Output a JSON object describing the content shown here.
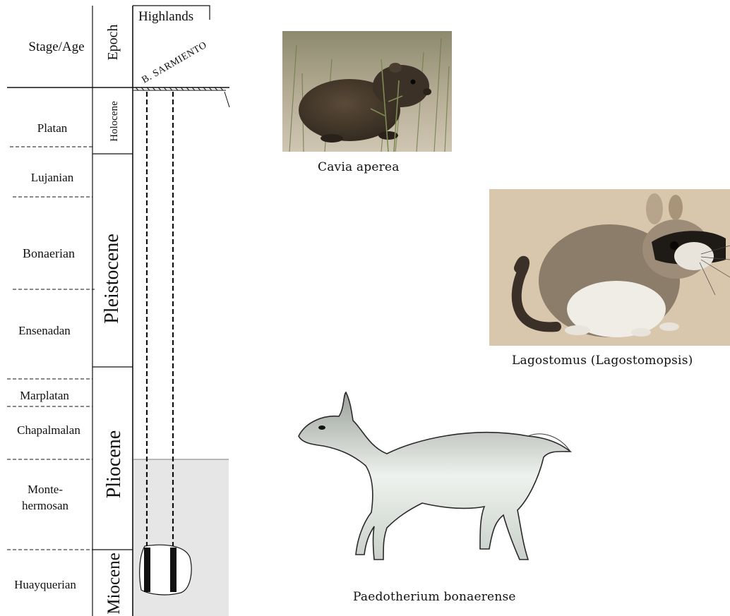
{
  "headers": {
    "stage_age": "Stage/Age",
    "epoch": "Epoch",
    "highlands": "Highlands",
    "section": "B. SARMIENTO"
  },
  "stages": {
    "platan": "Platan",
    "lujanian": "Lujanian",
    "bonaerian": "Bonaerian",
    "ensenadan": "Ensenadan",
    "marplatan": "Marplatan",
    "chapalmalan": "Chapalmalan",
    "montehermosan_1": "Monte-",
    "montehermosan_2": "hermosan",
    "huayquerian": "Huayquerian"
  },
  "epochs": {
    "holocene": "Holocene",
    "pleistocene": "Pleistocene",
    "pliocene": "Pliocene",
    "miocene": "Miocene"
  },
  "taxa": {
    "cavia": "Cavia aperea",
    "lagostomus": "Lagostomus (Lagostomopsis)",
    "paedotherium": "Paedotherium bonaerense"
  },
  "colors": {
    "shaded_interval": "#e6e6e6",
    "line": "#111111"
  }
}
